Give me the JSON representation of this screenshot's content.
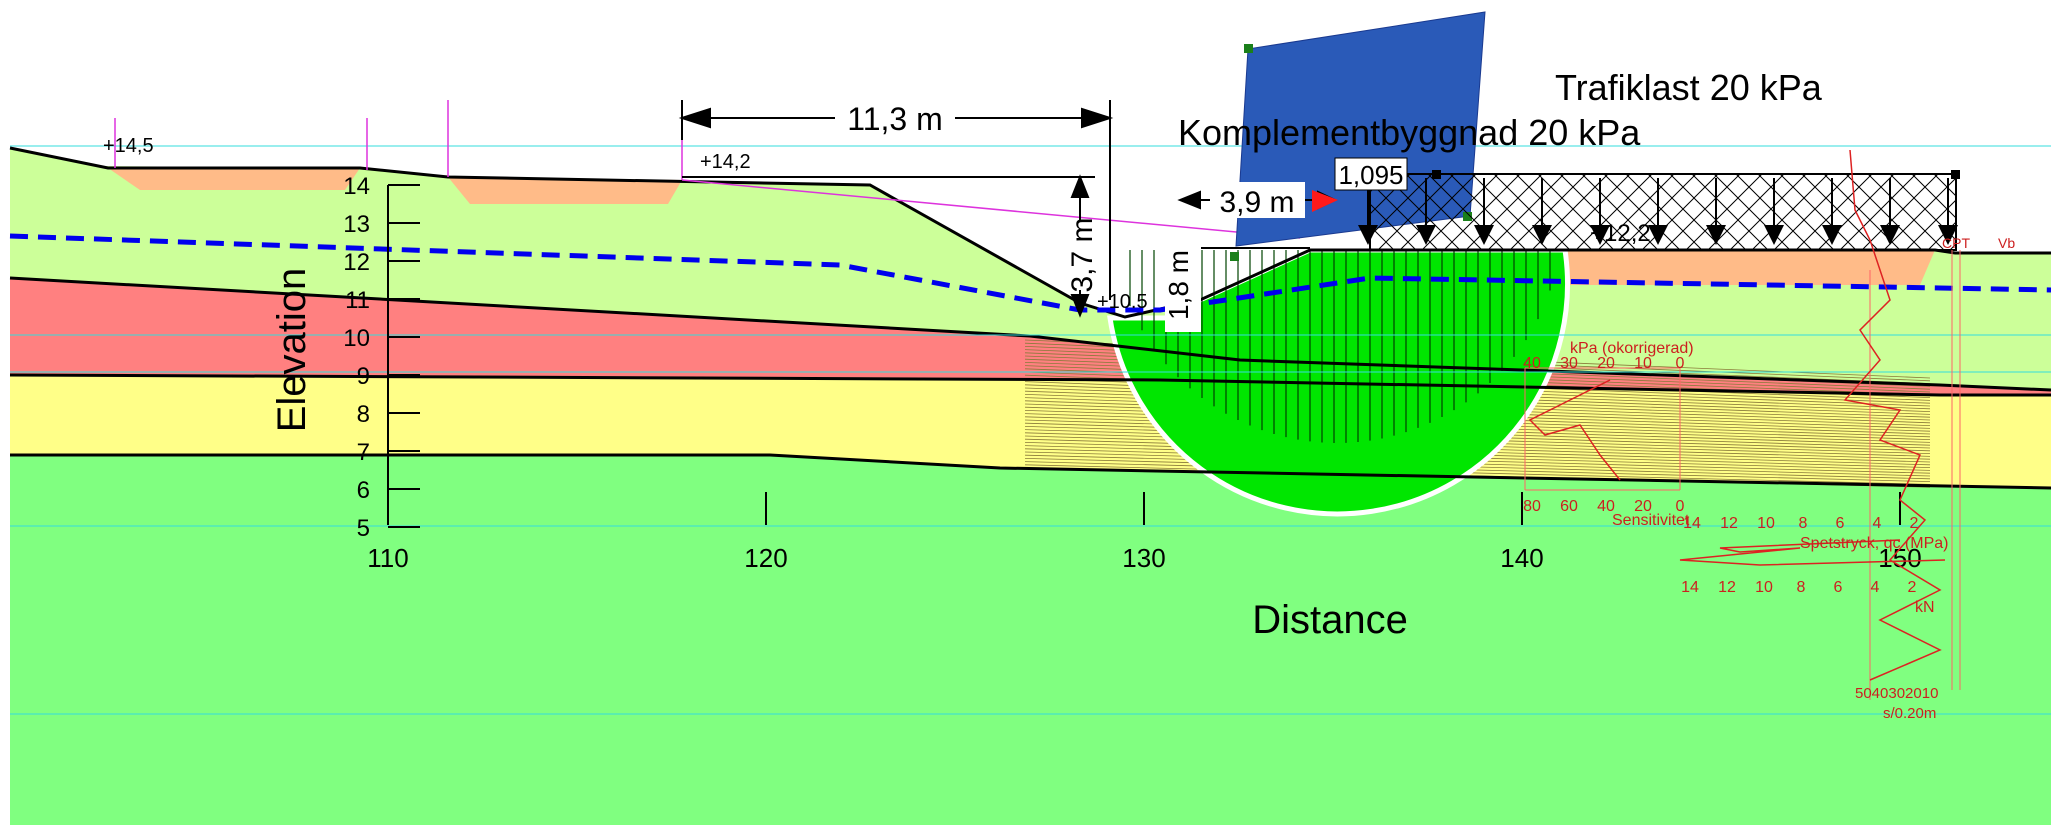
{
  "axes": {
    "x_label": "Distance",
    "y_label": "Elevation",
    "x_ticks": [
      "110",
      "120",
      "130",
      "140",
      "150"
    ],
    "y_ticks": [
      "5",
      "6",
      "7",
      "8",
      "9",
      "10",
      "11",
      "12",
      "13",
      "14"
    ]
  },
  "loads": {
    "traffic": "Trafiklast 20 kPa",
    "building": "Komplementbyggnad 20 kPa"
  },
  "elevations": {
    "left_crest": "+14,5",
    "middle_crest": "+14,2",
    "ditch_bottom": "+10.5",
    "road_level": "+12,2"
  },
  "dimensions": {
    "horizontal_distance": "11,3 m",
    "slope_height": "3,7 m",
    "offset": "3,9 m",
    "ditch_depth": "1,8 m",
    "safety_factor": "1,095"
  },
  "cpt_plot": {
    "shear_axis_title": "kPa  (okorrigerad)",
    "shear_ticks_top": [
      "40",
      "30",
      "20",
      "10",
      "0"
    ],
    "sensitivity_ticks": [
      "80",
      "60",
      "40",
      "20",
      "0"
    ],
    "sensitivity_label": "Sensitivitet",
    "qc_ticks": [
      "14",
      "12",
      "10",
      "8",
      "6",
      "4",
      "2"
    ],
    "qc_label": "Spetstryck, qc (MPa)",
    "kn_ticks": [
      "14",
      "12",
      "10",
      "8",
      "6",
      "4",
      "2"
    ],
    "kn_label": "kN",
    "sounding_ticks": "5040302010",
    "sounding_unit": "s/0.20m",
    "probe_label": "CPT",
    "probe_label_2": "Vb"
  },
  "colors": {
    "clay_top": "#ccff99",
    "clay_red": "#ff8080",
    "sand_yellow": "#ffff88",
    "base_green": "#80ff80",
    "embankment": "#ffbb88",
    "slip_zone": "#00e600",
    "building_load": "#2a5ab8",
    "groundwater": "#0000ee"
  }
}
